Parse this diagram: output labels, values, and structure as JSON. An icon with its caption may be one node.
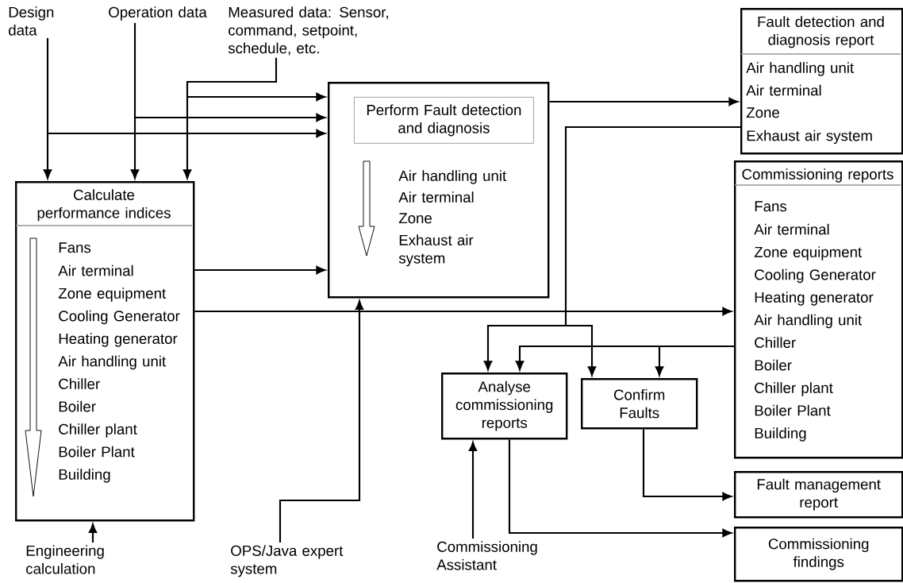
{
  "diagram": {
    "nodes": [
      {
        "text": [
          "Design data"
        ]
      },
      {
        "text": [
          "Operation data"
        ]
      },
      {
        "text": [
          "Measured data: Sensor, command, setpoint, schedule, etc."
        ]
      },
      {
        "text": [
          "Calculate performance indices",
          "Fans",
          "Air terminal",
          "Zone equipment",
          "Cooling Generator",
          "Heating generator",
          "Air handling unit",
          "Chiller",
          "Boiler",
          "Chiller plant",
          "Boiler Plant",
          "Building"
        ]
      },
      {
        "text": [
          "Air handling unit",
          "Air terminal",
          "Zone",
          "Exhaust air system"
        ]
      },
      {
        "text": [
          "Perform Fault detection and diagnosis"
        ],
        "in": 4
      },
      {
        "text": [
          "Fault detection and diagnosis report",
          "Air handling unit",
          "Air terminal",
          "Zone",
          "Exhaust air system"
        ]
      },
      {
        "text": [
          "Commissioning reports",
          "Fans",
          "Air terminal",
          "Zone equipment",
          "Cooling Generator",
          "Heating generator",
          "Air handling unit",
          "Chiller",
          "Boiler",
          "Chiller plant",
          "Boiler Plant",
          "Building"
        ]
      },
      {
        "text": [
          "Analyse commissioning reports"
        ]
      },
      {
        "text": [
          "Confirm Faults"
        ]
      },
      {
        "text": [
          "Fault management report"
        ]
      },
      {
        "text": [
          "Commissioning findings"
        ]
      },
      {
        "text": [
          "Engineering calculation"
        ]
      },
      {
        "text": [
          "OPS/Java expert system"
        ]
      },
      {
        "text": [
          "Commissioning Assistant"
        ]
      }
    ],
    "edges": [
      {
        "from": 0,
        "to": 3,
        "arrow": "to"
      },
      {
        "from": 0,
        "to": 4,
        "arrow": "to"
      },
      {
        "from": 1,
        "to": 3,
        "arrow": "to"
      },
      {
        "from": 1,
        "to": 4,
        "arrow": "to"
      },
      {
        "from": 2,
        "to": 3,
        "arrow": "to"
      },
      {
        "from": 2,
        "to": 4,
        "arrow": "to"
      },
      {
        "from": 3,
        "to": 4,
        "arrow": "to"
      },
      {
        "from": 3,
        "to": 7,
        "arrow": "to"
      },
      {
        "from": 4,
        "to": 6,
        "arrow": "to"
      },
      {
        "from": 6,
        "to": 8,
        "arrow": "to"
      },
      {
        "from": 6,
        "to": 9,
        "arrow": "to"
      },
      {
        "from": 7,
        "to": 8,
        "arrow": "to"
      },
      {
        "from": 7,
        "to": 9,
        "arrow": "to"
      },
      {
        "from": 12,
        "to": 3,
        "arrow": "to"
      },
      {
        "from": 13,
        "to": 4,
        "arrow": "to"
      },
      {
        "from": 14,
        "to": 8,
        "arrow": "to"
      },
      {
        "from": 8,
        "to": 11,
        "arrow": "to"
      },
      {
        "from": 9,
        "to": 10,
        "arrow": "to"
      }
    ]
  }
}
